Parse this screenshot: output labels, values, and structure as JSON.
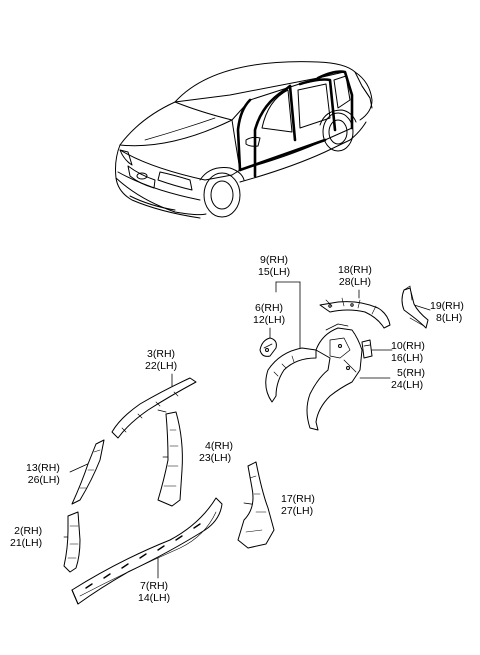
{
  "diagram": {
    "labels": {
      "p9": {
        "rh": "9(RH)",
        "lh": "15(LH)"
      },
      "p18": {
        "rh": "18(RH)",
        "lh": "28(LH)"
      },
      "p6": {
        "rh": "6(RH)",
        "lh": "12(LH)"
      },
      "p19": {
        "rh": "19(RH)",
        "lh": "8(LH)"
      },
      "p10": {
        "rh": "10(RH)",
        "lh": "16(LH)"
      },
      "p5": {
        "rh": "5(RH)",
        "lh": "24(LH)"
      },
      "p3": {
        "rh": "3(RH)",
        "lh": "22(LH)"
      },
      "p4": {
        "rh": "4(RH)",
        "lh": "23(LH)"
      },
      "p13": {
        "rh": "13(RH)",
        "lh": "26(LH)"
      },
      "p17": {
        "rh": "17(RH)",
        "lh": "27(LH)"
      },
      "p2": {
        "rh": "2(RH)",
        "lh": "21(LH)"
      },
      "p7": {
        "rh": "7(RH)",
        "lh": "14(LH)"
      }
    }
  }
}
